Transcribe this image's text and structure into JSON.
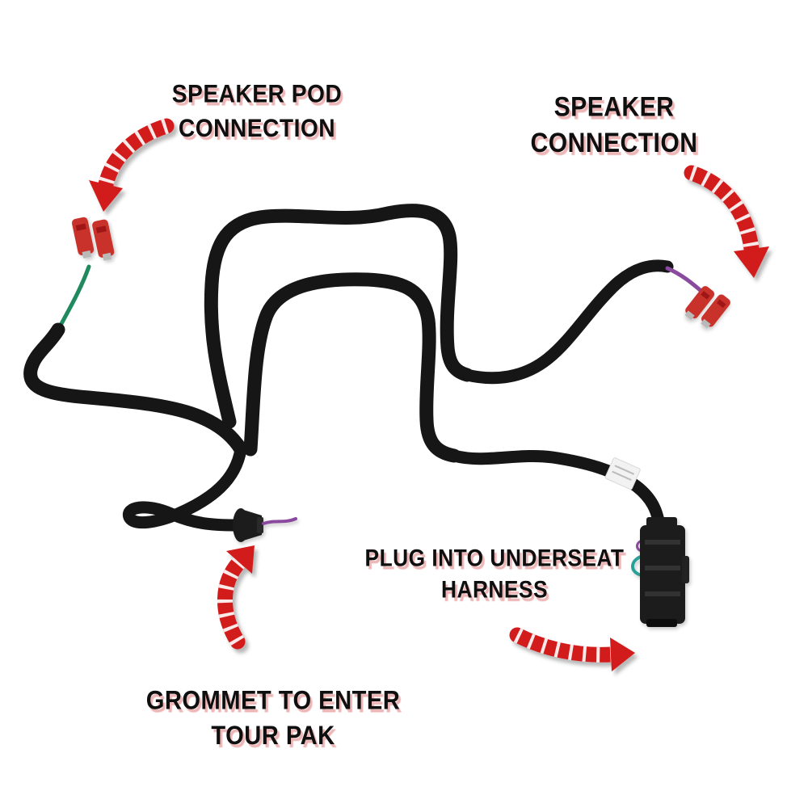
{
  "labels": {
    "speaker_pod": {
      "line1": "SPEAKER POD",
      "line2": "CONNECTION"
    },
    "speaker": {
      "line1": "SPEAKER",
      "line2": "CONNECTION"
    },
    "underseat": {
      "line1": "PLUG INTO UNDERSEAT",
      "line2": "HARNESS"
    },
    "grommet": {
      "line1": "GROMMET TO ENTER",
      "line2": "TOUR PAK"
    }
  },
  "colors": {
    "background": "#ffffff",
    "harness_black": "#161616",
    "wire_green": "#1f8a5d",
    "wire_purple": "#8a4a9e",
    "wire_teal": "#2aa198",
    "connector_red": "#c9302c",
    "connector_red_dark": "#8f1010",
    "connector_black": "#1b1b1b",
    "arrow_red": "#d21f1f",
    "label_text": "#0f0f0f",
    "label_shadow": "#edb5b5",
    "tag_white": "#f2f2f2"
  }
}
